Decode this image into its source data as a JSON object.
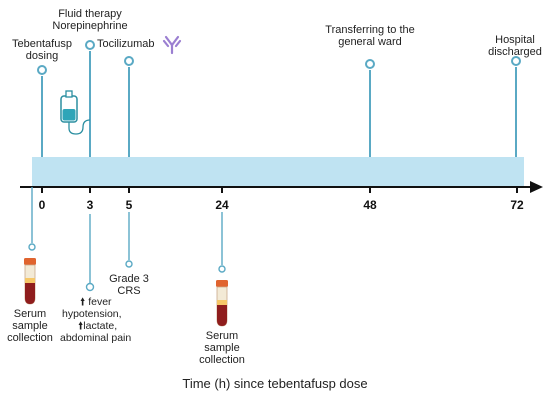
{
  "events_top": [
    {
      "id": "tebentafusp",
      "lines": [
        "Tebentafusp",
        "dosing"
      ]
    },
    {
      "id": "fluid",
      "lines": [
        "Fluid therapy",
        "Norepinephrine"
      ]
    },
    {
      "id": "tocilizumab",
      "lines": [
        "Tocilizumab"
      ]
    },
    {
      "id": "transfer",
      "lines": [
        "Transferring to the",
        "general ward"
      ]
    },
    {
      "id": "discharge",
      "lines": [
        "Hospital",
        "discharged"
      ]
    }
  ],
  "ticks": [
    "0",
    "3",
    "5",
    "24",
    "48",
    "72"
  ],
  "events_bottom": [
    {
      "id": "serum0",
      "lines": [
        "Serum",
        "sample",
        "collection"
      ]
    },
    {
      "id": "symptoms",
      "lines": [
        "fever",
        "hypotension,",
        "lactate,",
        "abdominal pain"
      ]
    },
    {
      "id": "grade3",
      "lines": [
        "Grade 3",
        "CRS"
      ]
    },
    {
      "id": "serum24",
      "lines": [
        "Serum",
        "sample",
        "collection"
      ]
    }
  ],
  "x_axis_label": "Time (h) since tebentafusp dose",
  "colors": {
    "line": "#5aa9c4",
    "band": "#bfe3f2",
    "axis": "#111111",
    "antibody": "#9b7fd1",
    "iv_bag": "#2fa5b8",
    "tube_cap": "#e0642f",
    "tube_blood": "#8f1d1d"
  },
  "icons": [
    "iv-bag-icon",
    "antibody-icon",
    "blood-tube-icon",
    "arrow-up-icon"
  ]
}
